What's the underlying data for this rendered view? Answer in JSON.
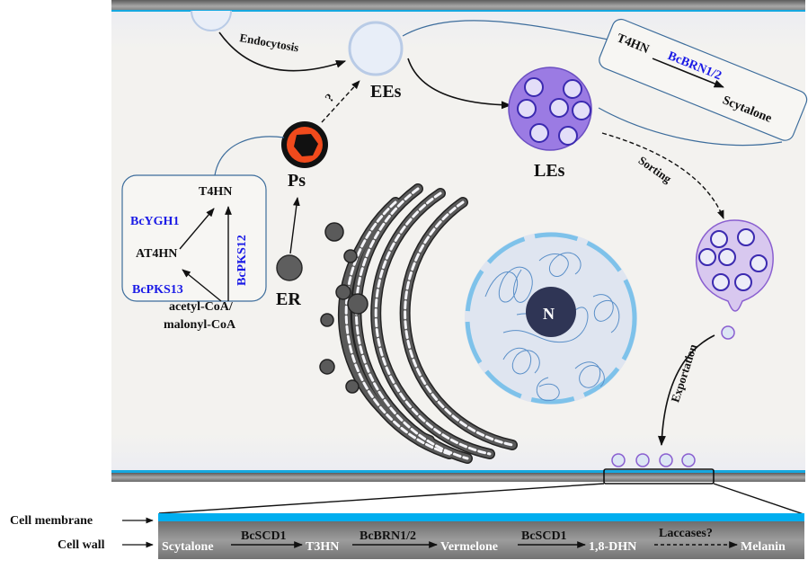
{
  "diagram": {
    "title": "Melanin biosynthesis and transport pathway in Botrytis cinerea",
    "colors": {
      "cytoplasm": "#f2f1ee",
      "membrane": "#16a8e0",
      "wall": "#7d7d7d",
      "enzyme_text": "#1a1ae6",
      "late_endosome": "#9b7be3",
      "peroxisome_ring": "#f04a1c",
      "nucleolus": "#2f3555",
      "nucleus": "#dfe5f0"
    },
    "organelles": {
      "early_endosomes": "EEs",
      "late_endosomes": "LEs",
      "peroxisomes": "Ps",
      "endoplasmic_reticulum": "ER",
      "nucleolus": "N"
    },
    "processes": {
      "endocytosis": "Endocytosis",
      "sorting": "Sorting",
      "exportation": "Exportation",
      "unknown": "?"
    },
    "peroxisome_pathway": {
      "product": "T4HN",
      "intermediate": "AT4HN",
      "substrate_line1": "acetyl-CoA/",
      "substrate_line2": "malonyl-CoA",
      "enzymes": [
        "BcYGH1",
        "BcPKS13",
        "BcPKS12"
      ]
    },
    "endosome_pathway": {
      "substrate": "T4HN",
      "enzyme": "BcBRN1/2",
      "product": "Scytalone"
    },
    "cell_layers": {
      "membrane_label": "Cell membrane",
      "wall_label": "Cell wall"
    },
    "wall_pathway": {
      "steps": [
        "Scytalone",
        "T3HN",
        "Vermelone",
        "1,8-DHN",
        "Melanin"
      ],
      "enzymes": [
        "BcSCD1",
        "BcBRN1/2",
        "BcSCD1",
        "Laccases?"
      ]
    }
  }
}
